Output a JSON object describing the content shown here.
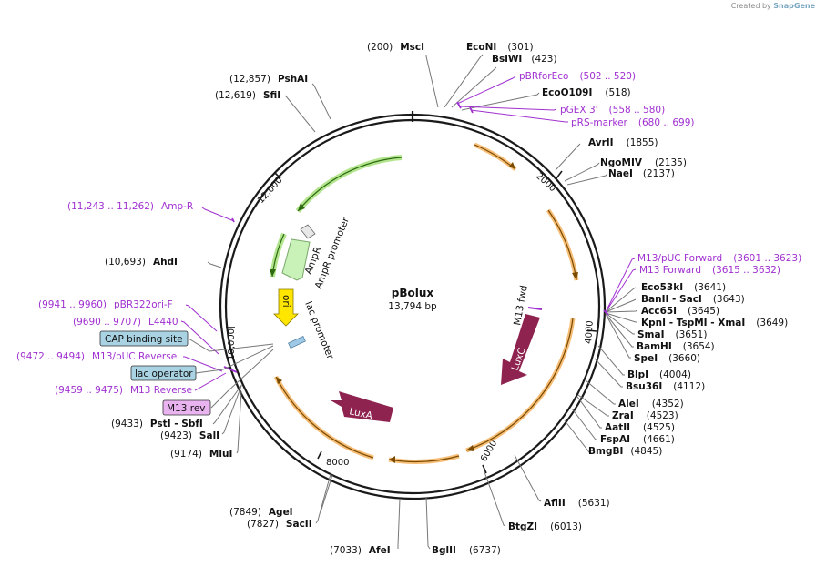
{
  "title": "pBolux",
  "length_label": "13,794 bp",
  "watermark": {
    "prefix": "Created by",
    "brand": "SnapGene"
  },
  "colors": {
    "ring": "#1a1a1a",
    "primer": "#a030d0",
    "orange": "#f5b25e",
    "green": "#a6e07a",
    "lux": "#8e2350",
    "ori": "#ffe600",
    "box_blue": "#a9d3e3",
    "box_pink": "#e9b3f0"
  },
  "ticks": [
    {
      "label": "2000"
    },
    {
      "label": "4000"
    },
    {
      "label": "6000"
    },
    {
      "label": "8000"
    },
    {
      "label": "10,000"
    },
    {
      "label": "12,000"
    }
  ],
  "enzymes": [
    {
      "name": "MscI",
      "pos": "(200)"
    },
    {
      "name": "EcoNI",
      "pos": "(301)"
    },
    {
      "name": "BsiWI",
      "pos": "(423)"
    },
    {
      "name": "EcoO109I",
      "pos": "(518)"
    },
    {
      "name": "AvrII",
      "pos": "(1855)"
    },
    {
      "name": "NgoMIV",
      "pos": "(2135)"
    },
    {
      "name": "NaeI",
      "pos": "(2137)"
    },
    {
      "name": "Eco53kI",
      "pos": "(3641)"
    },
    {
      "name": "BanII  -  SacI",
      "pos": "(3643)"
    },
    {
      "name": "Acc65I",
      "pos": "(3645)"
    },
    {
      "name": "KpnI  -  TspMI  -  XmaI",
      "pos": "(3649)"
    },
    {
      "name": "SmaI",
      "pos": "(3651)"
    },
    {
      "name": "BamHI",
      "pos": "(3654)"
    },
    {
      "name": "SpeI",
      "pos": "(3660)"
    },
    {
      "name": "BlpI",
      "pos": "(4004)"
    },
    {
      "name": "Bsu36I",
      "pos": "(4112)"
    },
    {
      "name": "AleI",
      "pos": "(4352)"
    },
    {
      "name": "ZraI",
      "pos": "(4523)"
    },
    {
      "name": "AatII",
      "pos": "(4525)"
    },
    {
      "name": "FspAI",
      "pos": "(4661)"
    },
    {
      "name": "BmgBI",
      "pos": "(4845)"
    },
    {
      "name": "AflII",
      "pos": "(5631)"
    },
    {
      "name": "BtgZI",
      "pos": "(6013)"
    },
    {
      "name": "BglII",
      "pos": "(6737)"
    },
    {
      "name": "AfeI",
      "pos": "(7033)"
    },
    {
      "name": "AgeI",
      "pos": "(7849)"
    },
    {
      "name": "SacII",
      "pos": "(7827)"
    },
    {
      "name": "MluI",
      "pos": "(9174)"
    },
    {
      "name": "SalI",
      "pos": "(9423)"
    },
    {
      "name": "PstI  -  SbfI",
      "pos": "(9433)"
    },
    {
      "name": "AhdI",
      "pos": "(10,693)"
    },
    {
      "name": "SfiI",
      "pos": "(12,619)"
    },
    {
      "name": "PshAI",
      "pos": "(12,857)"
    }
  ],
  "primers": [
    {
      "name": "pBRforEco",
      "pos": "(502 .. 520)"
    },
    {
      "name": "pGEX 3'",
      "pos": "(558 .. 580)"
    },
    {
      "name": "pRS-marker",
      "pos": "(680 .. 699)"
    },
    {
      "name": "M13/pUC Forward",
      "pos": "(3601 .. 3623)"
    },
    {
      "name": "M13 Forward",
      "pos": "(3615 .. 3632)"
    },
    {
      "name": "Amp-R",
      "pos": "(11,243 .. 11,262)"
    },
    {
      "name": "pBR322ori-F",
      "pos": "(9941 .. 9960)"
    },
    {
      "name": "L4440",
      "pos": "(9690 .. 9707)"
    },
    {
      "name": "M13/pUC Reverse",
      "pos": "(9472 .. 9494)"
    },
    {
      "name": "M13 Reverse",
      "pos": "(9459 .. 9475)"
    }
  ],
  "boxed_features": [
    {
      "name": "CAP binding site"
    },
    {
      "name": "lac operator"
    },
    {
      "name": "M13 rev"
    }
  ],
  "features": {
    "ampr": "AmpR",
    "ampr_promoter": "AmpR promoter",
    "ori": "ori",
    "lac_promoter": "lac promoter",
    "luxc": "LuxC",
    "luxa": "LuxA",
    "m13_fwd": "M13 fwd"
  }
}
